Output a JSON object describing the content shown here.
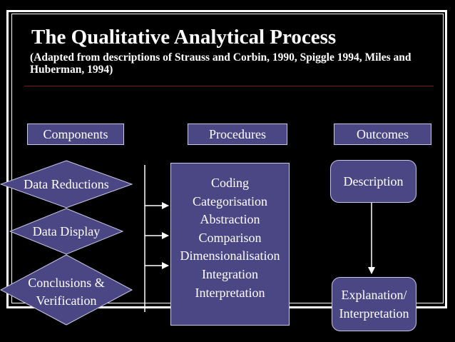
{
  "slide": {
    "title": "The Qualitative Analytical Process",
    "subtitle": "(Adapted from descriptions of Strauss and Corbin, 1990, Spiggle 1994, Miles and Huberman, 1994)"
  },
  "headers": {
    "components": "Components",
    "procedures": "Procedures",
    "outcomes": "Outcomes"
  },
  "components": [
    {
      "label": "Data Reductions"
    },
    {
      "label": "Data Display"
    },
    {
      "label_line1": "Conclusions &",
      "label_line2": "Verification"
    }
  ],
  "procedures": [
    "Coding",
    "Categorisation",
    "Abstraction",
    "Comparison",
    "Dimensionalisation",
    "Integration",
    "Interpretation"
  ],
  "outcomes": {
    "description": "Description",
    "explanation_line1": "Explanation/",
    "explanation_line2": "Interpretation"
  },
  "colors": {
    "background": "#000000",
    "shape_fill": "#4b4785",
    "shape_border": "#c9c7e6",
    "text": "#ffffff",
    "rule": "#7a1a1a"
  }
}
